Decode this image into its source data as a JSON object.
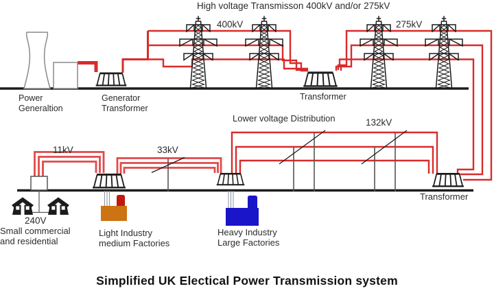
{
  "diagram": {
    "top_title": "High voltage Transmisson 400kV and/or 275kV",
    "main_title": "Simplified UK Electical Power Transmission system",
    "labels": {
      "kv400": "400kV",
      "kv275": "275kV",
      "kv132": "132kV",
      "kv33": "33kV",
      "kv11": "11kV",
      "v240": "240V",
      "power_generation": "Power\nGeneraltion",
      "generator_transformer": "Generator\nTransformer",
      "transformer_grid": "Transformer",
      "transformer_distribution": "Transformer",
      "lower_voltage": "Lower voltage Distribution",
      "small_commercial": "Small commercial\nand residential",
      "light_industry": "Light Industry\nmedium Factories",
      "heavy_industry": "Heavy Industry\nLarge Factories"
    },
    "colors": {
      "line-red": "#d92b2b",
      "arc-red": "#e04a4a",
      "factory-orange": "#cc7413",
      "chimney-red": "#c2170d",
      "factory-blue": "#1a15c9",
      "ink": "#1c1c1c",
      "gray": "#555555",
      "outline": "#8a8a8a",
      "text": "#2b2b2b",
      "bg": "#ffffff"
    }
  }
}
